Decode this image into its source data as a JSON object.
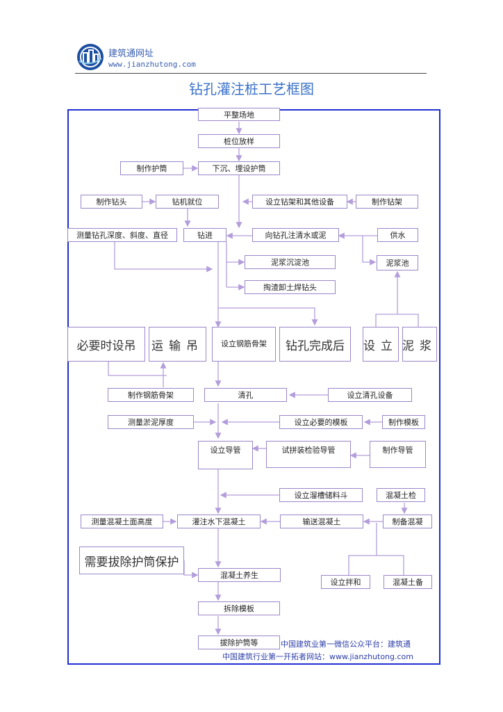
{
  "header": {
    "site_name": "建筑通网址",
    "site_url": "www.jianzhutong.com"
  },
  "title": "钻孔灌注桩工艺框图",
  "steps": {
    "s1": "平整场地",
    "s2": "桩位放样",
    "s3a": "制作护筒",
    "s3": "下沉、埋设护筒",
    "s4a": "制作钻头",
    "s4": "钻机就位",
    "s4b": "设立钻架和其他设备",
    "s4c": "制作钻架",
    "s5a": "测量钻孔深度、斜度、直径",
    "s5": "钻进",
    "s5b": "向钻孔注清水或泥",
    "s5c": "供水",
    "s5d": "泥浆沉淀池",
    "s5e": "泥浆池",
    "s5f": "掏渣卸土焊钻头",
    "n1": "必要时设吊",
    "n2": "运输吊",
    "s6": "设立钢筋骨架",
    "n3": "钻孔完成后",
    "n4": "设立",
    "n5": "泥浆",
    "s6a": "制作钢筋骨架",
    "s7": "清孔",
    "s7a": "设立清孔设备",
    "s8a": "测量淤泥厚度",
    "s8b": "设立必要的模板",
    "s8c": "制作模板",
    "s9": "设立导管",
    "s9a": "试拼装检验导管",
    "s9b": "制作导管",
    "s10a": "设立溜槽储料斗",
    "s10b": "混凝土检",
    "s11a": "测量混凝土面高度",
    "s11": "灌注水下混凝土",
    "s11b": "输送混凝土",
    "s11c": "制备混凝",
    "n6": "需要拔除护筒保护",
    "s12": "混凝土养生",
    "s12a": "设立拌和",
    "s12b": "混凝土备",
    "s13": "拆除模板",
    "s14": "拔除护筒等"
  },
  "footer": {
    "line1": "中国建筑业第一微信公众平台：建筑通",
    "line2": "中国建筑行业第一开拓者网站：www.jianzhutong.com"
  },
  "colors": {
    "frame": "#1f2fd0",
    "box_border": "#9a86c8",
    "connector": "#b39ddb",
    "title": "#3a72c9",
    "footer": "#2c3ea8"
  }
}
